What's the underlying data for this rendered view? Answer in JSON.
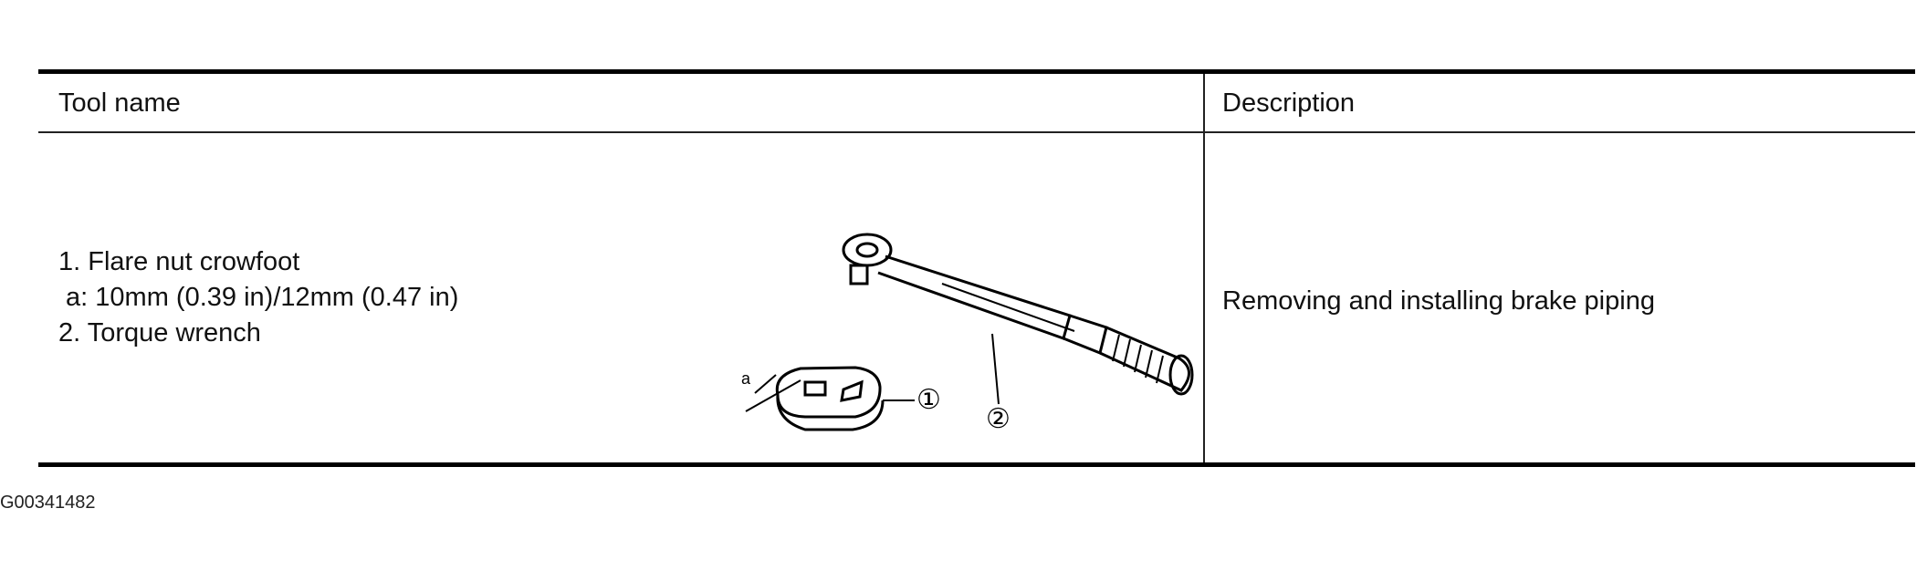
{
  "table": {
    "headers": {
      "tool_name": "Tool name",
      "description": "Description"
    },
    "rows": [
      {
        "tool_lines": [
          "1. Flare nut crowfoot",
          " a: 10mm (0.39 in)/12mm (0.47 in)",
          "2. Torque wrench"
        ],
        "illustration_labels": {
          "dimension": "a",
          "part1": "①",
          "part2": "②"
        },
        "description": "Removing and installing brake piping"
      }
    ]
  },
  "footer": {
    "figure_id": "G00341482"
  }
}
